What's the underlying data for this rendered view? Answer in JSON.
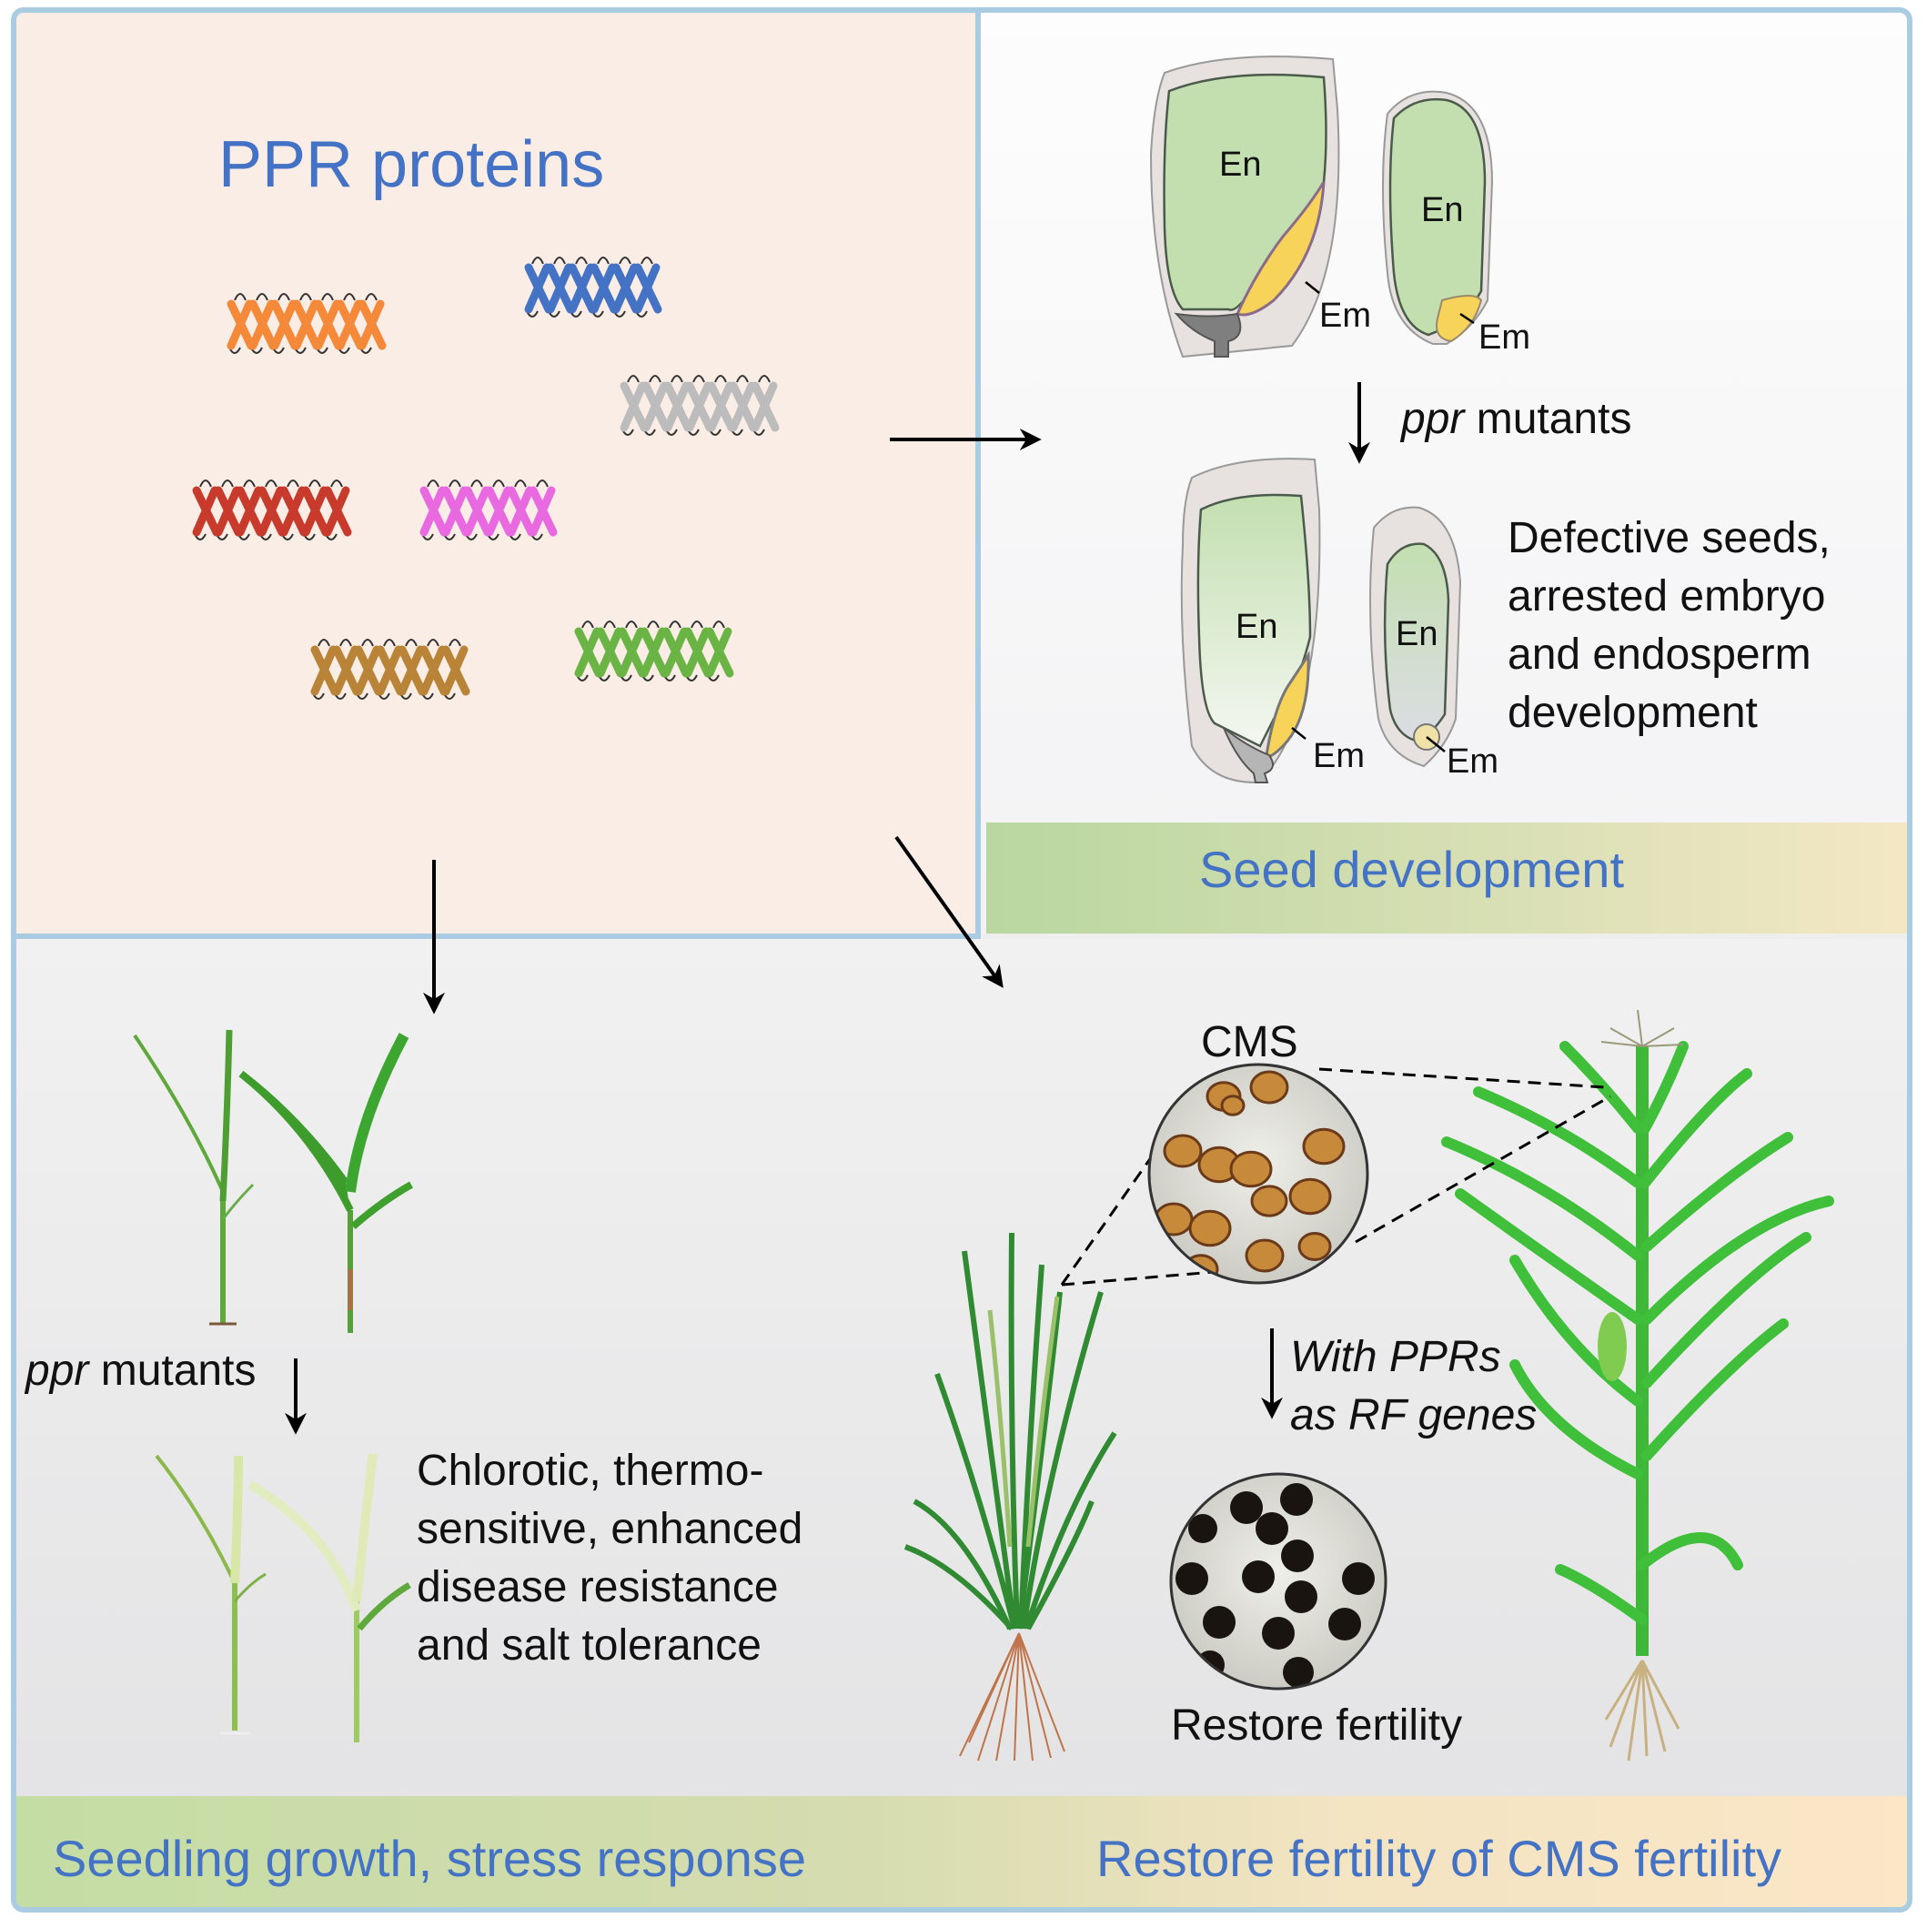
{
  "panels": {
    "proteins": {
      "title": "PPR proteins",
      "motifs": [
        {
          "name": "orange-ppr-motif",
          "color": "#f5893a",
          "repeats": 7
        },
        {
          "name": "blue-ppr-motif",
          "color": "#4472c4",
          "repeats": 6
        },
        {
          "name": "gray-ppr-motif",
          "color": "#bcbcbc",
          "repeats": 7
        },
        {
          "name": "red-ppr-motif",
          "color": "#c83a2c",
          "repeats": 7
        },
        {
          "name": "pink-ppr-motif",
          "color": "#e96ae0",
          "repeats": 6
        },
        {
          "name": "brown-ppr-motif",
          "color": "#b98437",
          "repeats": 7
        },
        {
          "name": "green-ppr-motif",
          "color": "#6ab445",
          "repeats": 7
        }
      ]
    },
    "seed": {
      "labels": {
        "endosperm": "En",
        "embryo": "Em"
      },
      "arrow_label_italic": "ppr",
      "arrow_label_rest": " mutants",
      "phenotype_lines": [
        "Defective seeds,",
        "arrested embryo",
        "and endosperm",
        "development"
      ],
      "banner": "Seed development"
    },
    "seedling": {
      "arrow_label_italic": "ppr",
      "arrow_label_rest": " mutants",
      "phenotype_lines": [
        "Chlorotic, thermo-",
        "sensitive, enhanced",
        "disease resistance",
        "and salt tolerance"
      ],
      "banner": "Seedling growth,  stress response"
    },
    "fertility": {
      "cms_label": "CMS",
      "arrow_label_lines": [
        "With PPRs",
        "as RF genes"
      ],
      "restore_label": "Restore fertility",
      "banner": "Restore fertility of CMS fertility"
    }
  },
  "colors": {
    "border": "#a9cce3",
    "title_blue": "#4472c4",
    "protein_panel_bg": "#faede6",
    "endosperm_green": "#c3dfb0",
    "embryo_yellow": "#f7d35a",
    "pollen_sterile": "#c68a3a",
    "pollen_fertile": "#1a1410",
    "leaf_green": "#3aa63a"
  }
}
